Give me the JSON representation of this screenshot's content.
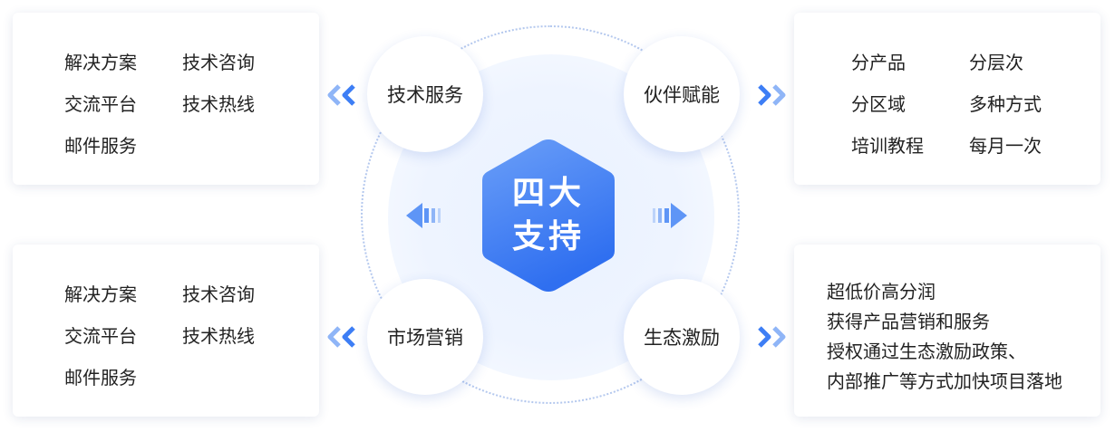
{
  "center": {
    "line1": "四大",
    "line2": "支持"
  },
  "nodes": {
    "tech_service": "技术服务",
    "partner_empower": "伙伴赋能",
    "marketing": "市场营销",
    "ecosystem_incentive": "生态激励"
  },
  "cards": {
    "tech_service": [
      "解决方案",
      "技术咨询",
      "交流平台",
      "技术热线",
      "邮件服务"
    ],
    "marketing": [
      "解决方案",
      "技术咨询",
      "交流平台",
      "技术热线",
      "邮件服务"
    ],
    "partner_empower": [
      "分产品",
      "分层次",
      "分区域",
      "多种方式",
      "培训教程",
      "每月一次"
    ],
    "ecosystem_incentive": [
      "超低价高分润",
      "获得产品营销和服务",
      "授权通过生态激励政策、",
      "内部推广等方式加快项目落地"
    ]
  },
  "colors": {
    "accent": "#3d7ef5",
    "accent_light": "#8fb5f7",
    "hex_top": "#6b9ff8",
    "hex_bottom": "#2f6ff0"
  },
  "icons": {
    "left_chevrons": "double-chevron-left-icon",
    "right_chevrons": "double-chevron-right-icon",
    "left_arrow": "arrow-left-icon",
    "right_arrow": "arrow-right-icon"
  }
}
